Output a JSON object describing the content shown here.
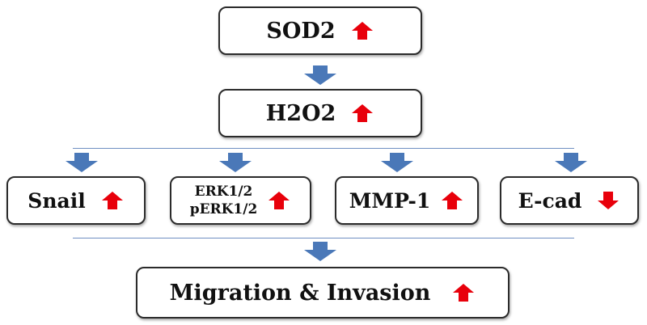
{
  "diagram": {
    "nodes": {
      "sod2": {
        "label": "SOD2",
        "change": "up"
      },
      "h2o2": {
        "label": "H2O2",
        "change": "up"
      },
      "snail": {
        "label": "Snail",
        "change": "up"
      },
      "erk_line1": "ERK1/2",
      "erk_line2": "pERK1/2",
      "erk": {
        "change": "up"
      },
      "mmp1": {
        "label": "MMP-1",
        "change": "up"
      },
      "ecad": {
        "label": "E-cad",
        "change": "down"
      },
      "migration": {
        "label": "Migration & Invasion",
        "change": "up"
      }
    },
    "colors": {
      "up_arrow": "#e8000b",
      "down_arrow": "#e8000b",
      "flow_arrow": "#4a78b8",
      "divider": "#6f8fc2",
      "box_border": "#2b2b2b"
    }
  }
}
